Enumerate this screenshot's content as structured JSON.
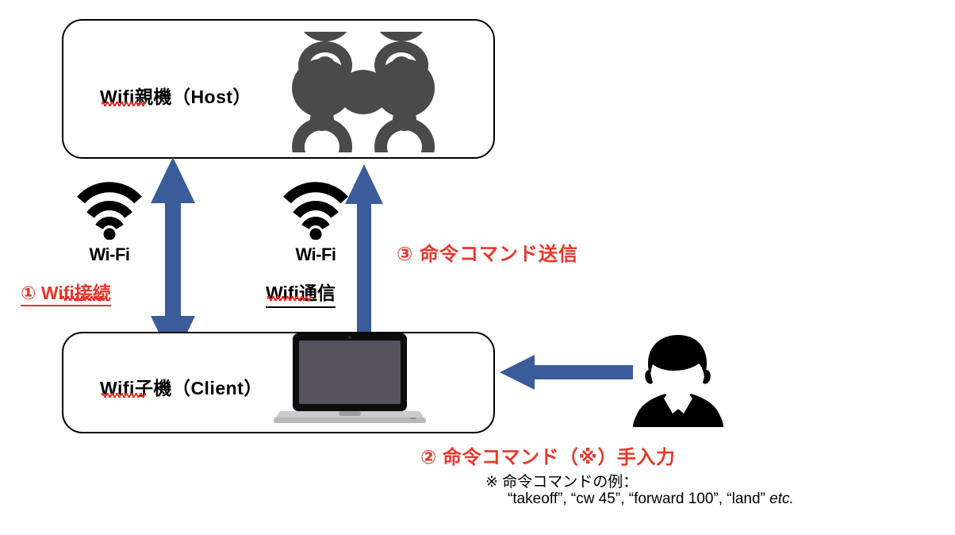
{
  "diagram": {
    "title": "Tello drone Wi-Fi control diagram",
    "colors": {
      "arrow_blue": "#3a5c9a",
      "accent_red": "#e8372b",
      "drone_gray": "#4a4a4a",
      "box_border": "#000000"
    }
  },
  "nodes": {
    "host": {
      "label": "Wifi親機（Host）",
      "icon": "drone-icon"
    },
    "client": {
      "label": "Wifi子機（Client）",
      "icon": "laptop-icon"
    },
    "operator": {
      "icon": "person-icon"
    }
  },
  "wifi_badges": [
    {
      "word": "Wi-Fi",
      "icon": "wifi-signal-icon"
    },
    {
      "word": "Wi-Fi",
      "icon": "wifi-signal-icon"
    }
  ],
  "captions": {
    "wifi_connect": "① Wifi接続",
    "wifi_comm": "Wifi通信",
    "send_command": "③ 命令コマンド送信",
    "manual_input": "② 命令コマンド（※）手入力"
  },
  "note": {
    "line1": "※ 命令コマンドの例：",
    "line2_commands": "“takeoff”, “cw 45”, “forward 100”, “land” ",
    "line2_etc": "etc."
  },
  "arrows": {
    "updown": "double-headed-vertical-arrow",
    "up": "up-arrow",
    "left": "left-arrow"
  }
}
